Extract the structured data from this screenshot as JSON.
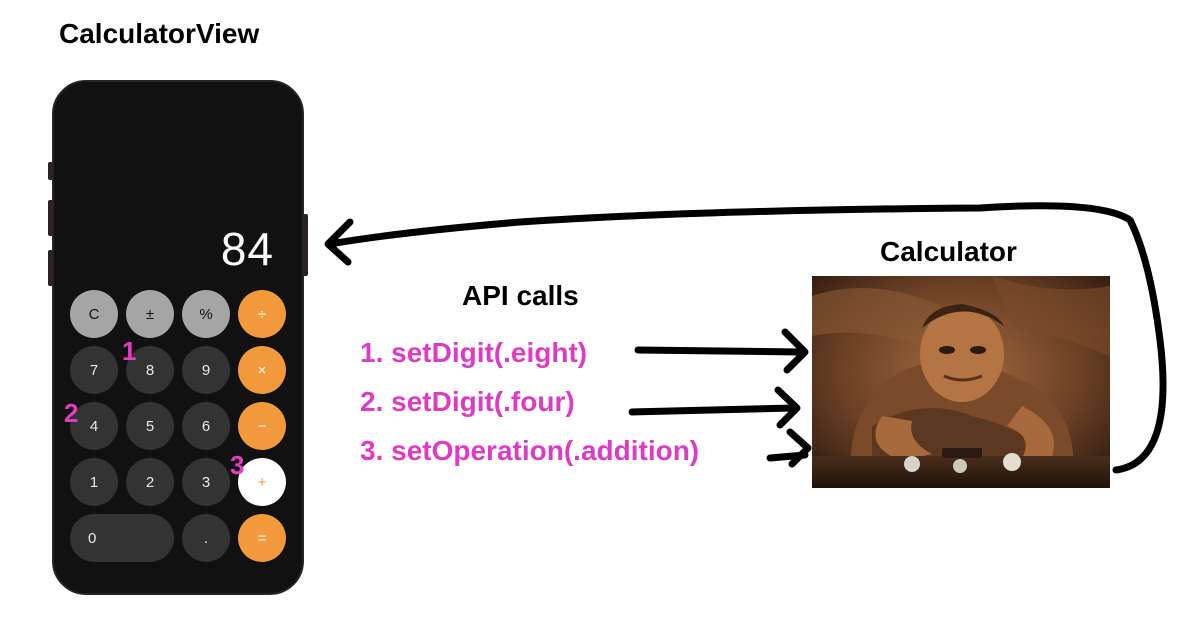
{
  "titles": {
    "view": "CalculatorView",
    "calculator": "Calculator",
    "api": "API calls"
  },
  "calculator_view": {
    "display": "84",
    "rows": [
      [
        {
          "label": "C",
          "style": "gray"
        },
        {
          "label": "±",
          "style": "gray"
        },
        {
          "label": "%",
          "style": "gray"
        },
        {
          "label": "÷",
          "style": "orange"
        }
      ],
      [
        {
          "label": "7",
          "style": "dark"
        },
        {
          "label": "8",
          "style": "dark"
        },
        {
          "label": "9",
          "style": "dark"
        },
        {
          "label": "×",
          "style": "orange"
        }
      ],
      [
        {
          "label": "4",
          "style": "dark"
        },
        {
          "label": "5",
          "style": "dark"
        },
        {
          "label": "6",
          "style": "dark"
        },
        {
          "label": "−",
          "style": "orange"
        }
      ],
      [
        {
          "label": "1",
          "style": "dark"
        },
        {
          "label": "2",
          "style": "dark"
        },
        {
          "label": "3",
          "style": "dark"
        },
        {
          "label": "+",
          "style": "white"
        }
      ],
      [
        {
          "label": "0",
          "style": "dark"
        },
        {
          "label": ".",
          "style": "dark"
        },
        {
          "label": "=",
          "style": "orange"
        }
      ]
    ],
    "markers": [
      "1",
      "2",
      "3"
    ]
  },
  "api_calls": [
    "1. setDigit(.eight)",
    "2. setDigit(.four)",
    "3. setOperation(.addition)"
  ],
  "colors": {
    "accent_pink": "#dd3bc4",
    "key_orange": "#f1993b",
    "key_gray": "#a5a5a5",
    "key_dark": "#333333",
    "phone_body": "#111111"
  }
}
